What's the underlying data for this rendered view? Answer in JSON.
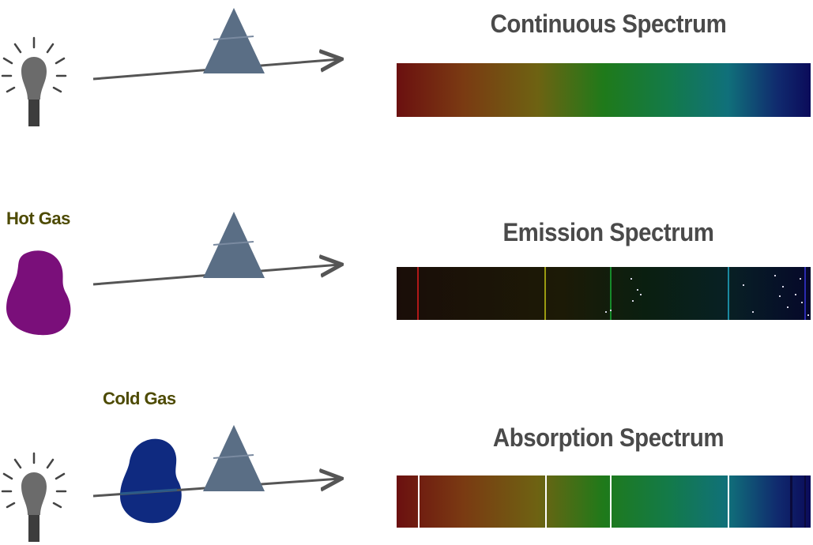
{
  "titles": {
    "continuous": "Continuous Spectrum",
    "emission": "Emission Spectrum",
    "absorption": "Absorption Spectrum"
  },
  "labels": {
    "hot_gas": "Hot Gas",
    "cold_gas": "Cold Gas"
  },
  "colors": {
    "prism": "#5a6e85",
    "arrow": "#555555",
    "bulb": "#6b6b6b",
    "hot_gas": "#7a0f7a",
    "cold_gas": "#0f2a80",
    "title_text": "#4a4a4a",
    "gas_label_text": "#4d4a00"
  },
  "icons": [
    "light-bulb-icon",
    "prism-icon",
    "hot-gas-cloud-icon",
    "cold-gas-cloud-icon",
    "arrow-icon"
  ]
}
